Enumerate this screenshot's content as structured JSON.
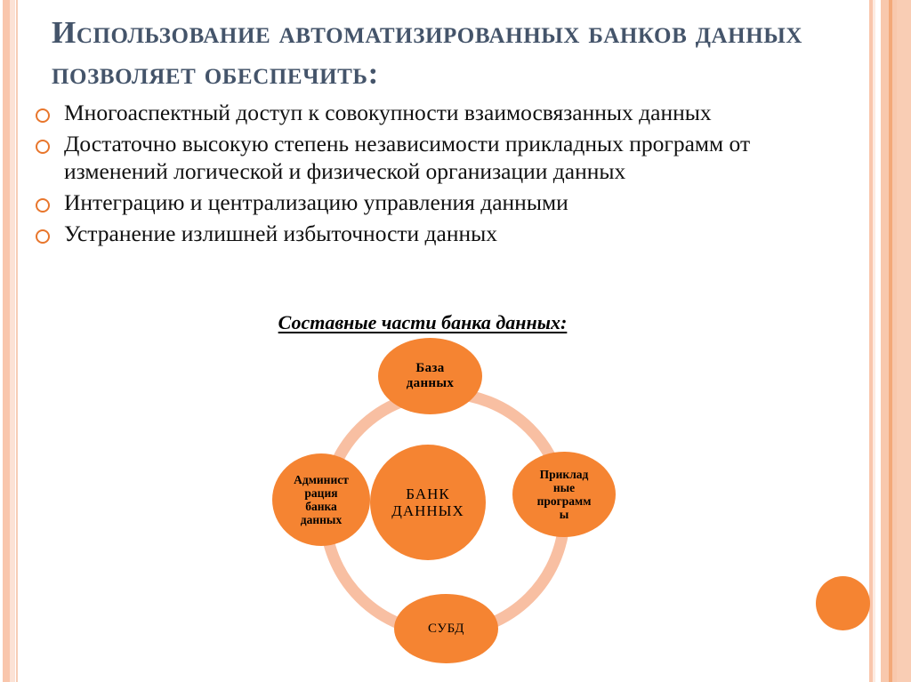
{
  "slide": {
    "title": "Использование автоматизированных банков данных позволяет обеспечить:",
    "background_color": "#FFFFFF",
    "accent_color": "#F58432",
    "title_color": "#44546A",
    "ring_color": "#F8BFA2"
  },
  "bullets": [
    {
      "marker": "hollow-circle-bullet",
      "text": "Многоаспектный доступ к совокупности взаимосвязанных данных"
    },
    {
      "marker": "hollow-circle-bullet",
      "text": "Достаточно высокую степень независимости прикладных программ от изменений логической и физической организации данных"
    },
    {
      "marker": "hollow-circle-bullet",
      "text": "Интеграцию и централизацию управления данными"
    },
    {
      "marker": "hollow-circle-bullet",
      "text": "Устранение излишней избыточности данных"
    }
  ],
  "diagram": {
    "heading": "Составные части банка данных:",
    "center": {
      "label": "БАНК\nДАННЫХ"
    },
    "nodes": {
      "top": {
        "label": "База\nданных"
      },
      "right": {
        "label": "Приклад\nные\nпрограмм\nы"
      },
      "bottom": {
        "label": "СУБД"
      },
      "left": {
        "label": "Админист\nрация\nбанка\nданных"
      }
    }
  }
}
